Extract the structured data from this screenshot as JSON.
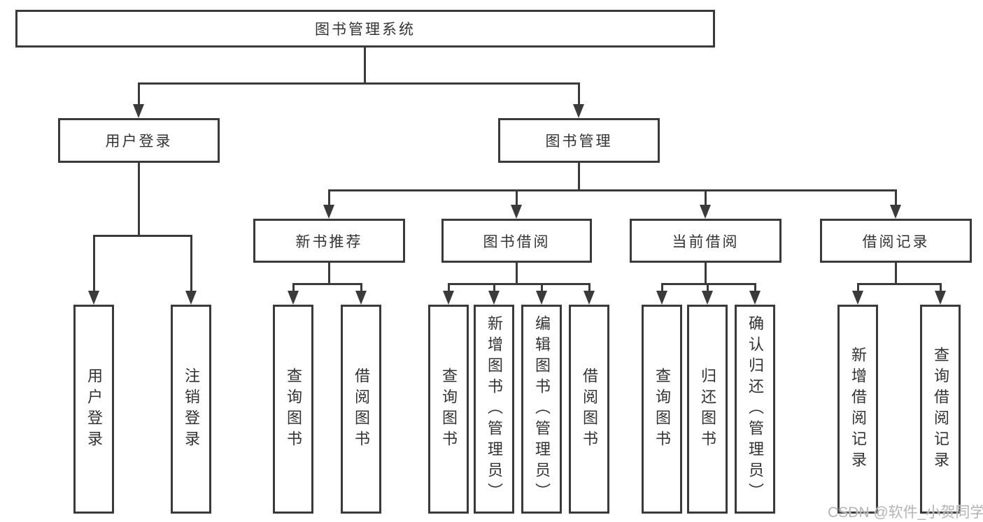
{
  "title": "图书管理系统",
  "watermark": "CSDN @软件_小贺同学",
  "colors": {
    "line": "#3a3a3a",
    "text": "#333333",
    "background": "#ffffff",
    "watermark": "#b4b4b4"
  },
  "tree": {
    "root": {
      "label": "图书管理系统"
    },
    "children": [
      {
        "label": "用户登录",
        "children": [
          {
            "label": "用户登录"
          },
          {
            "label": "注销登录"
          }
        ]
      },
      {
        "label": "图书管理",
        "children": [
          {
            "label": "新书推荐",
            "children": [
              {
                "label": "查询图书"
              },
              {
                "label": "借阅图书"
              }
            ]
          },
          {
            "label": "图书借阅",
            "children": [
              {
                "label": "查询图书"
              },
              {
                "label": "新增图书（管理员）"
              },
              {
                "label": "编辑图书（管理员）"
              },
              {
                "label": "借阅图书"
              }
            ]
          },
          {
            "label": "当前借阅",
            "children": [
              {
                "label": "查询图书"
              },
              {
                "label": "归还图书"
              },
              {
                "label": "确认归还（管理员）"
              }
            ]
          },
          {
            "label": "借阅记录",
            "children": [
              {
                "label": "新增借阅记录"
              },
              {
                "label": "查询借阅记录"
              }
            ]
          }
        ]
      }
    ]
  }
}
